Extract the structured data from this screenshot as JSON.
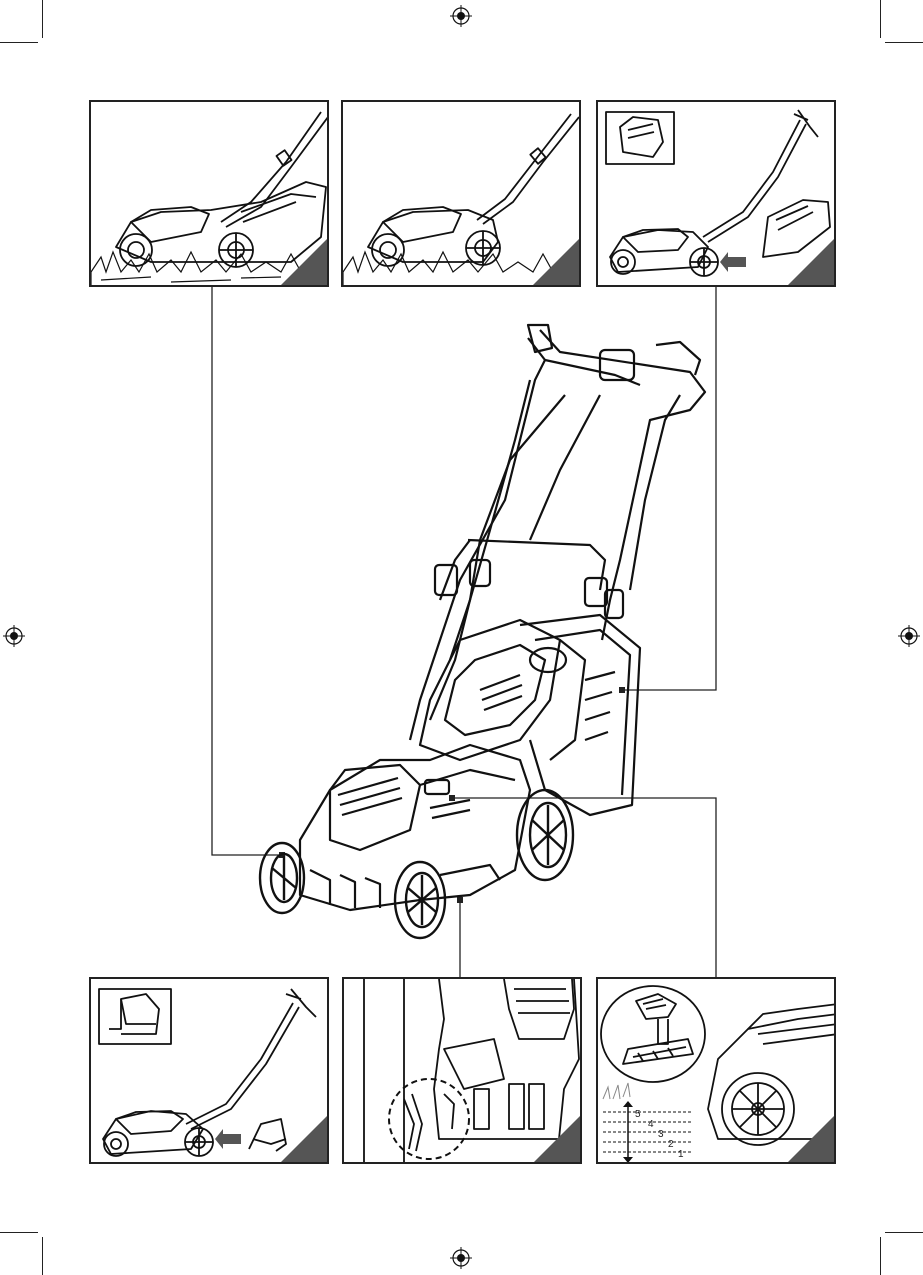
{
  "panels": [
    {
      "id": "top-left",
      "desc": "mower-handle-folded"
    },
    {
      "id": "top-middle",
      "desc": "mower-handle-raised"
    },
    {
      "id": "top-right",
      "desc": "grass-box-attach"
    },
    {
      "id": "bottom-left",
      "desc": "mulch-insert-attach"
    },
    {
      "id": "bottom-middle",
      "desc": "safety-key-detail"
    },
    {
      "id": "bottom-right",
      "desc": "height-adjust-lever"
    }
  ],
  "height_levels": [
    "5",
    "4",
    "3",
    "2",
    "1"
  ]
}
